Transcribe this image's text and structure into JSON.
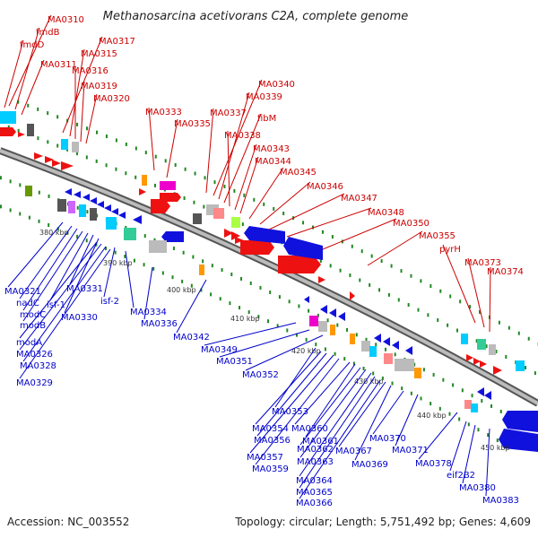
{
  "title": "Methanosarcina acetivorans C2A, complete genome",
  "footer": {
    "accession": "Accession: NC_003552",
    "summary": "Topology: circular; Length: 5,751,492 bp; Genes: 4,609"
  },
  "colors": {
    "forward": "#ee1111",
    "reverse": "#1111dd",
    "backbone": "#999999",
    "tick": "#228822"
  },
  "scale_labels": [
    "380 kbp",
    "390 kbp",
    "400 kbp",
    "410 kbp",
    "420 kbp",
    "430 kbp",
    "440 kbp",
    "450 kbp"
  ],
  "top_labels": [
    "MA0310",
    "fmdB",
    "fmdD",
    "MA0311",
    "MA0317",
    "MA0315",
    "MA0316",
    "MA0319",
    "MA0320",
    "MA0333",
    "MA0335",
    "MA0337",
    "MA0340",
    "MA0339",
    "fibM",
    "MA0338",
    "MA0343",
    "MA0344",
    "MA0345",
    "MA0346",
    "MA0347",
    "MA0348",
    "MA0350",
    "MA0355",
    "pyrH",
    "MA0373",
    "MA0374"
  ],
  "bottom_labels": [
    "MA0321",
    "nadC",
    "modC",
    "modB",
    "isf-1",
    "MA0331",
    "MA0330",
    "isf-2",
    "MA0334",
    "MA0336",
    "MA0342",
    "MA0349",
    "MA0351",
    "MA0352",
    "modA",
    "MA0326",
    "MA0328",
    "MA0329",
    "MA0353",
    "MA0354",
    "MA0356",
    "MA0357",
    "MA0359",
    "MA0360",
    "MA0361",
    "MA0362",
    "MA0363",
    "MA0364",
    "MA0365",
    "MA0366",
    "MA0367",
    "MA0369",
    "MA0370",
    "MA0371",
    "MA0378",
    "eif2B2",
    "MA0380",
    "MA0383"
  ]
}
